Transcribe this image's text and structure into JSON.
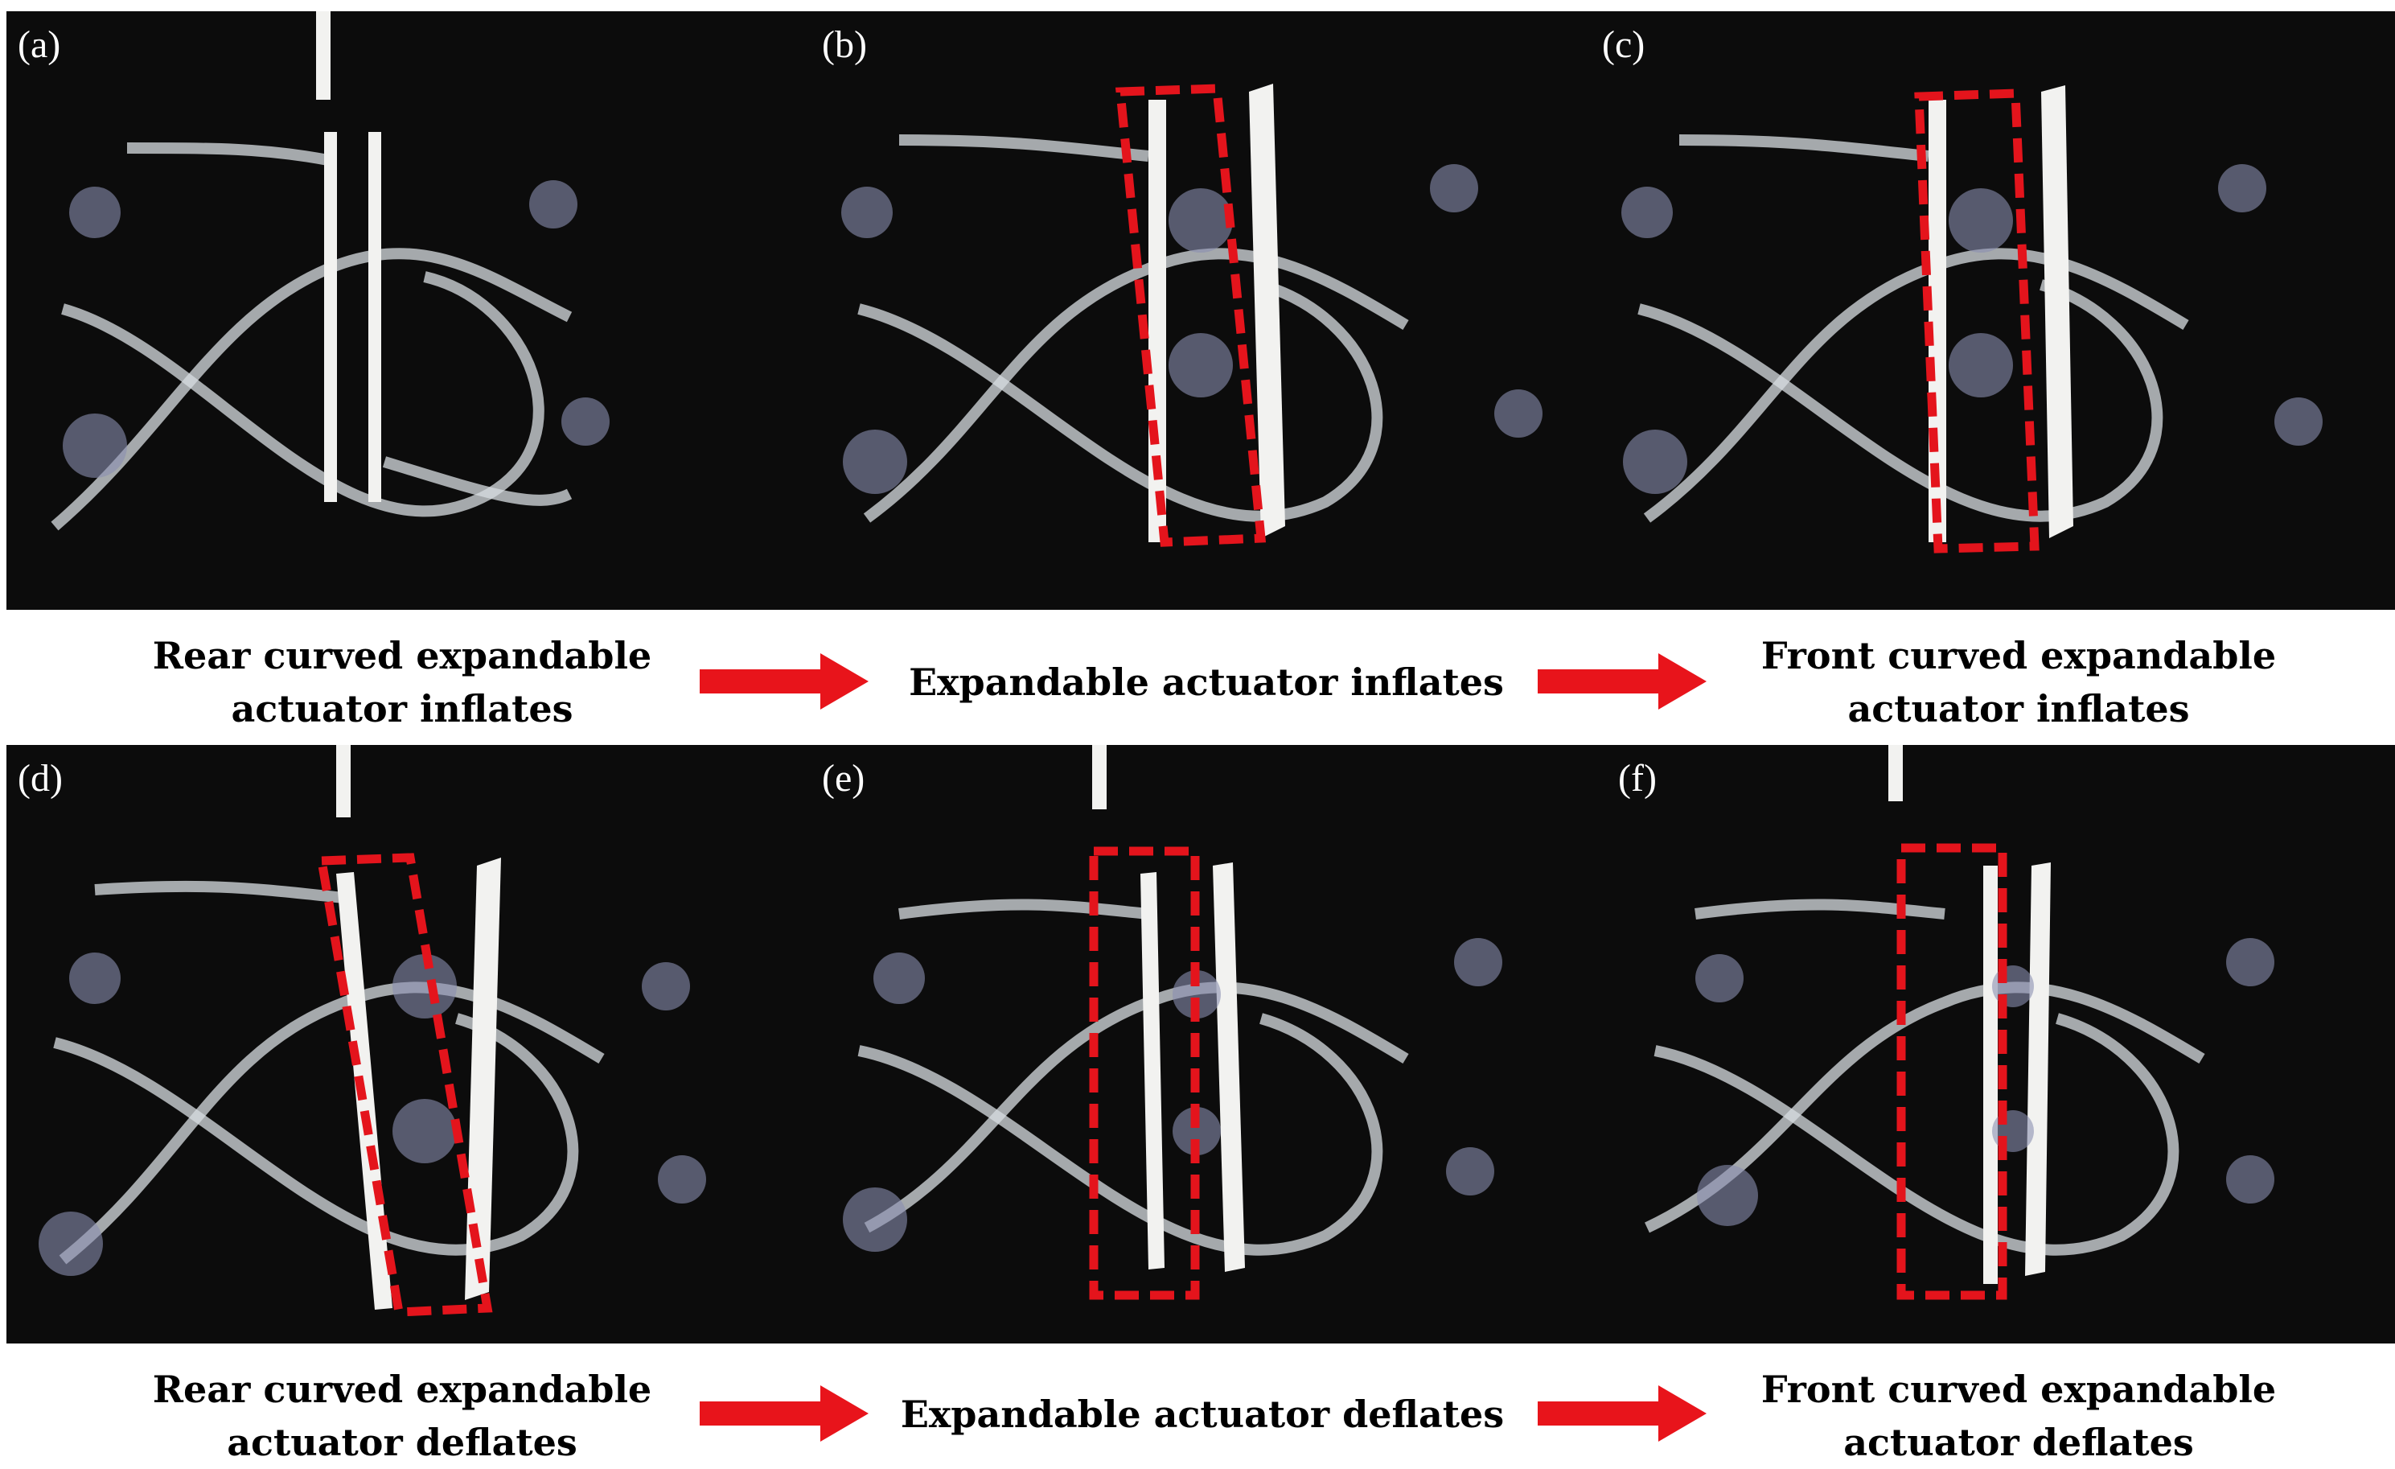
{
  "panels": [
    {
      "label": "(a)",
      "box": false
    },
    {
      "label": "(b)",
      "box": true
    },
    {
      "label": "(c)",
      "box": true
    },
    {
      "label": "(d)",
      "box": true
    },
    {
      "label": "(e)",
      "box": true
    },
    {
      "label": "(f)",
      "box": true
    }
  ],
  "captions_top": [
    [
      "Rear curved expandable",
      "actuator inflates"
    ],
    [
      "Expandable actuator inflates"
    ],
    [
      "Front curved expandable",
      "actuator inflates"
    ]
  ],
  "captions_bottom": [
    [
      "Rear curved expandable",
      "actuator deflates"
    ],
    [
      "Expandable actuator deflates"
    ],
    [
      "Front curved expandable",
      "actuator deflates"
    ]
  ],
  "colors": {
    "arrow": "#e8141b",
    "box": "#e4141c",
    "background": "#0c0c0c",
    "tube": "#d8dde2",
    "plate": "#f2f2f0"
  }
}
